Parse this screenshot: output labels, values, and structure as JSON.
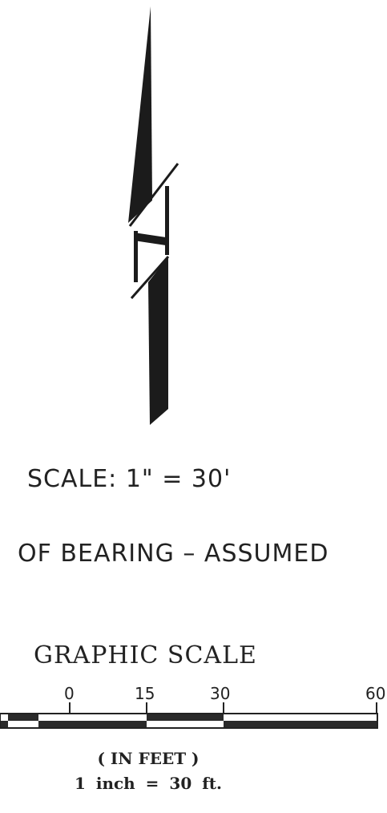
{
  "scale_statement": "SCALE: 1\" = 30'",
  "bearing_note": "OF BEARING – ASSUMED",
  "graphic_scale": {
    "title": "GRAPHIC SCALE",
    "ticks": [
      "0",
      "15",
      "30",
      "60"
    ],
    "units": "( IN FEET )",
    "ratio": "1 inch = 30 ft."
  }
}
